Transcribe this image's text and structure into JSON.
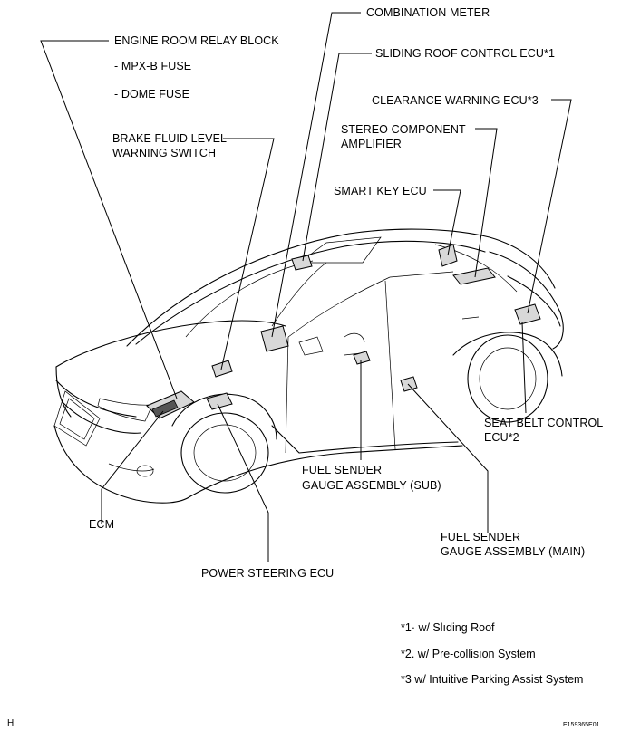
{
  "labels": {
    "combination_meter": "COMBINATION METER",
    "engine_room_relay_block": "ENGINE ROOM RELAY BLOCK",
    "mpx_b_fuse": "- MPX-B FUSE",
    "dome_fuse": "- DOME FUSE",
    "sliding_roof_ecu": "SLIDING ROOF CONTROL ECU*1",
    "clearance_warning_ecu": "CLEARANCE WARNING ECU*3",
    "stereo_line1": "STEREO COMPONENT",
    "stereo_line2": "AMPLIFIER",
    "brake_line1": "BRAKE FLUID LEVEL",
    "brake_line2": "WARNING SWITCH",
    "smart_key_ecu": "SMART KEY ECU",
    "seat_belt_line1": "SEAT BELT CONTROL",
    "seat_belt_line2": "ECU*2",
    "fuel_sub_line1": "FUEL SENDER",
    "fuel_sub_line2": "GAUGE ASSEMBLY (SUB)",
    "fuel_main_line1": "FUEL SENDER",
    "fuel_main_line2": "GAUGE ASSEMBLY (MAIN)",
    "ecm": "ECM",
    "power_steering_ecu": "POWER STEERING ECU"
  },
  "notes": {
    "n1": "*1· w/ Slıding Roof",
    "n2": "*2. w/ Pre-collisıon System",
    "n3": "*3  w/ Intuitive Parking Assist System"
  },
  "corner_mark": "H",
  "sheet_id": "E159365E01",
  "plate_text": ""
}
